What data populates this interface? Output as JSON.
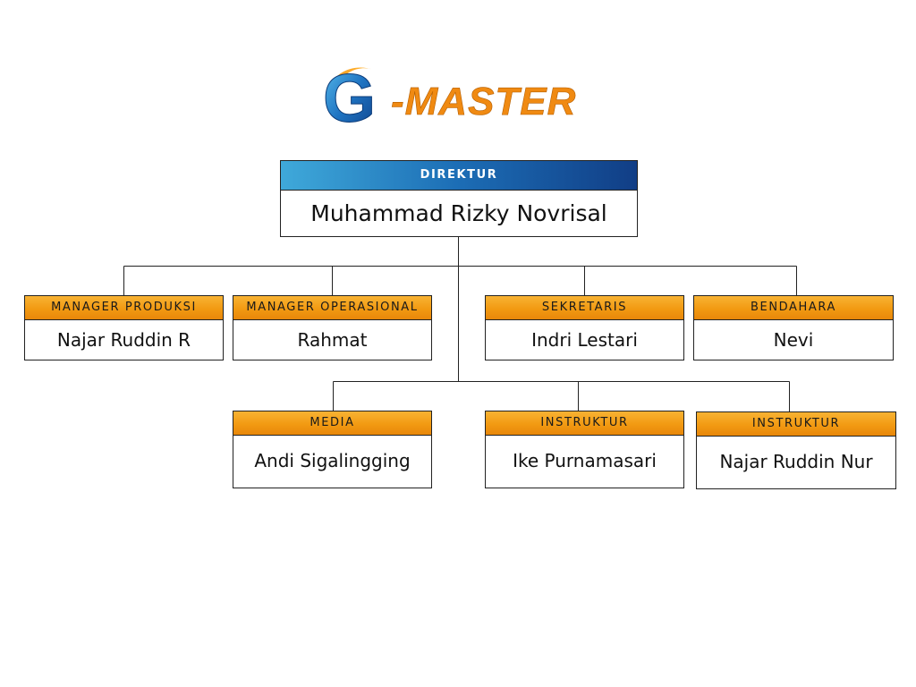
{
  "logo": {
    "letter": "G",
    "text": "-MASTER",
    "colors": {
      "orange": "#f08a12",
      "blue": "#1a5fb0",
      "light_blue": "#4fb3e8"
    }
  },
  "colors": {
    "header_orange": "#f29a12",
    "header_blue_left": "#3fa9da",
    "header_blue_right": "#113e86",
    "line": "#222222"
  },
  "director": {
    "title": "DIREKTUR",
    "name": "Muhammad Rizky Novrisal"
  },
  "level1": [
    {
      "title": "MANAGER PRODUKSI",
      "name": "Najar Ruddin R"
    },
    {
      "title": "MANAGER OPERASIONAL",
      "name": "Rahmat"
    },
    {
      "title": "SEKRETARIS",
      "name": "Indri Lestari"
    },
    {
      "title": "BENDAHARA",
      "name": "Nevi"
    }
  ],
  "level2": [
    {
      "title": "MEDIA",
      "name": "Andi Sigalingging"
    },
    {
      "title": "INSTRUKTUR",
      "name": "Ike Purnamasari"
    },
    {
      "title": "INSTRUKTUR",
      "name": "Najar Ruddin Nur"
    }
  ]
}
